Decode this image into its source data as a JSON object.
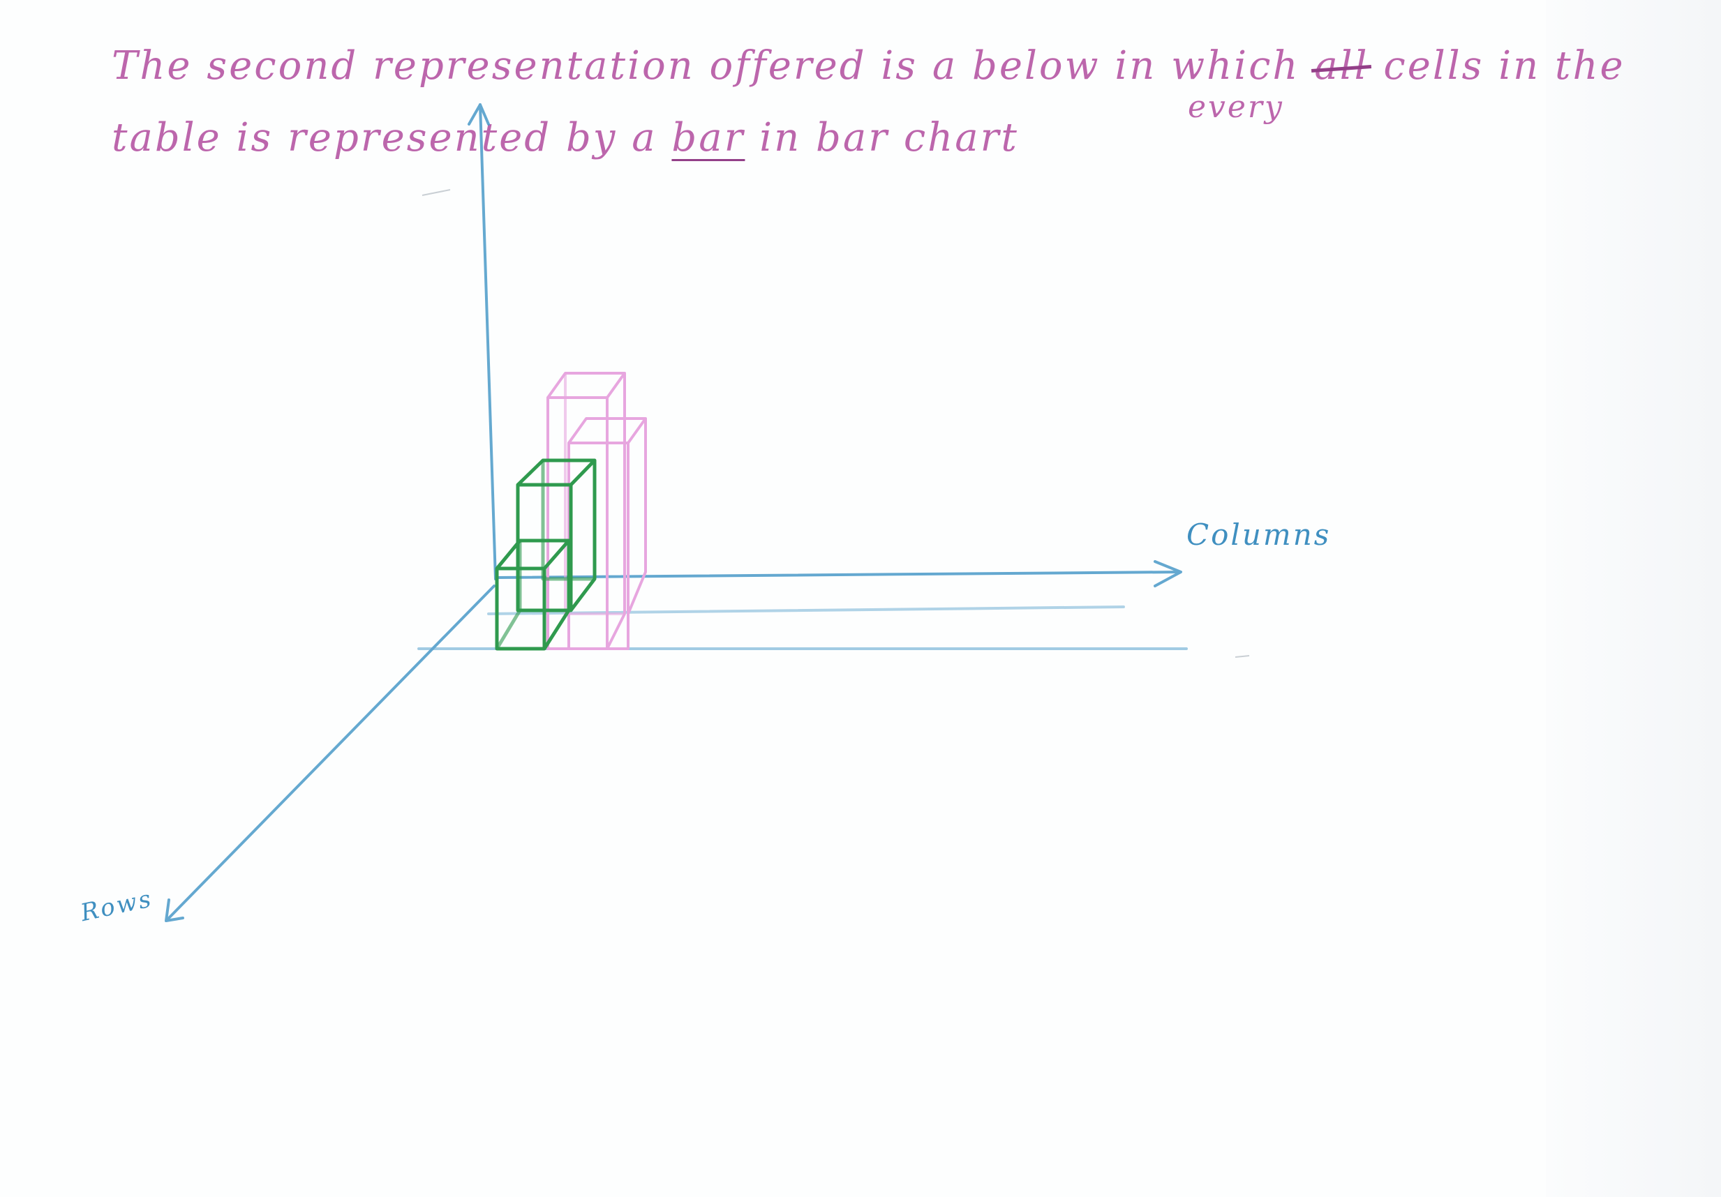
{
  "caption": {
    "line1_before_strike": "The second representation offered is a below in which ",
    "struck_word": "all",
    "line1_after_strike": " cells in the",
    "insert_word": "every",
    "line2_before_underline": "table is represented by a ",
    "underlined_word": "bar",
    "line2_after_underline": " in bar chart"
  },
  "axes": {
    "columns_label": "Columns",
    "rows_label": "Rows"
  },
  "colors": {
    "caption": "#b75aa6",
    "axis": "#4a9ac8",
    "front_bars": "#2f9a4e",
    "back_bars": "#e7a6df"
  }
}
